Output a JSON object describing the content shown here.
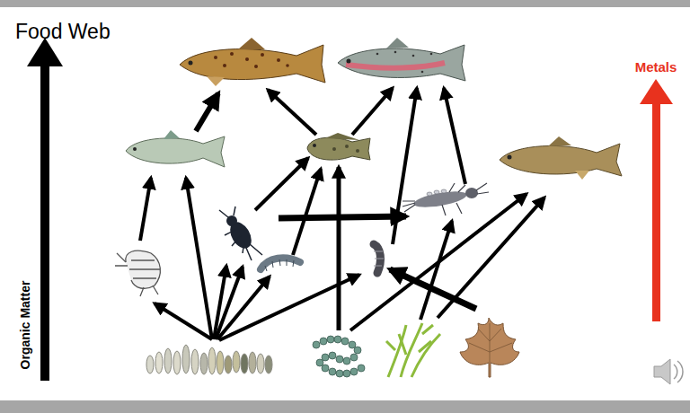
{
  "diagram": {
    "title": "Food Web",
    "labels": [
      "Organic Matter",
      "Metals"
    ]
  }
}
